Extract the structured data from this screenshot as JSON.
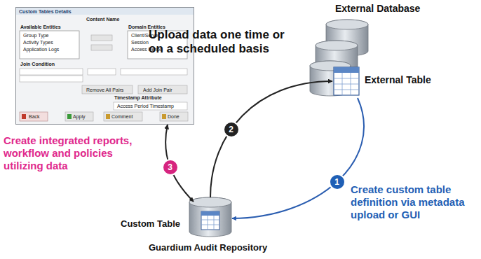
{
  "diagram": {
    "nodes": [
      {
        "text": [
          "Custom Tables Details"
        ]
      },
      {
        "text": [
          "External Database"
        ]
      },
      {
        "text": [
          "External Table"
        ]
      },
      {
        "text": [
          "Custom Table",
          "Guardium Audit Repository"
        ]
      }
    ],
    "edges": [
      {
        "from": 2,
        "to": 3,
        "arrow": "to",
        "label": "Create custom table definition via metadata upload or GUI"
      },
      {
        "from": 3,
        "to": 2,
        "arrow": "to",
        "label": "Upload data one time or on a scheduled basis"
      },
      {
        "from": 0,
        "to": 3,
        "arrow": "both",
        "label": "Create integrated reports, workflow and policies utilizing data"
      }
    ],
    "labels": [
      "1",
      "2",
      "3",
      "Content Name",
      "Available Entities",
      "Domain Entities",
      "Group Type",
      "Activity Types",
      "Application Logs",
      "Client/Server",
      "Session",
      "Access Period",
      "Join Condition",
      "Remove All Pairs",
      "Add Join Pair",
      "Timestamp Attribute",
      "Access Period Timestamp",
      "Back",
      "Apply",
      "Comment",
      "Done"
    ]
  }
}
